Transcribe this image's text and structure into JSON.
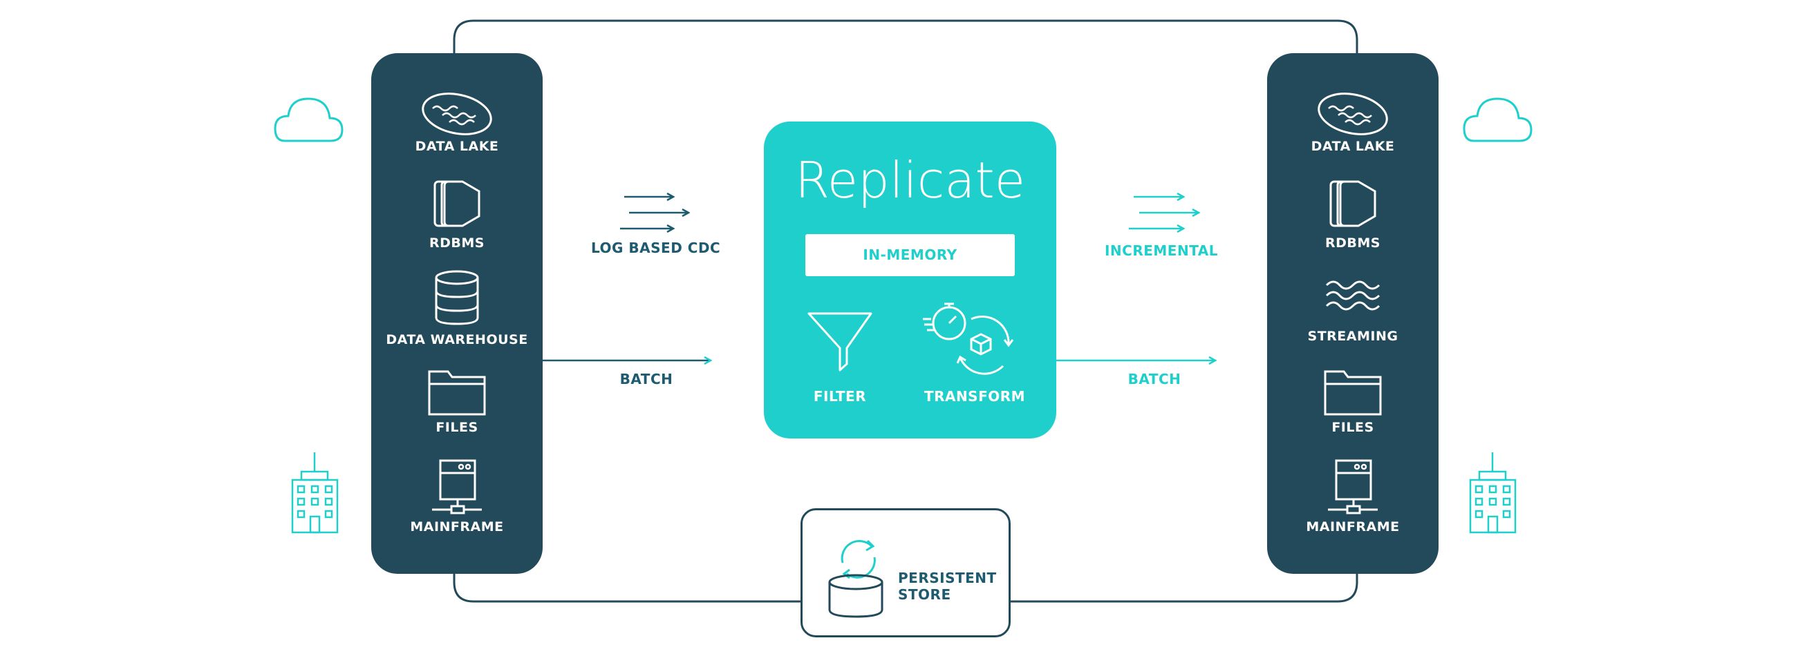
{
  "diagram": {
    "title": "Replicate",
    "in_memory_label": "IN-MEMORY",
    "filter_label": "FILTER",
    "transform_label": "TRANSFORM",
    "persistent_store_line1": "PERSISTENT",
    "persistent_store_line2": "STORE"
  },
  "flows": {
    "left_top": "LOG BASED CDC",
    "left_bottom": "BATCH",
    "right_top": "INCREMENTAL",
    "right_bottom": "BATCH"
  },
  "sources": [
    {
      "label": "DATA LAKE",
      "icon": "data-lake-icon"
    },
    {
      "label": "RDBMS",
      "icon": "rdbms-icon"
    },
    {
      "label": "DATA WAREHOUSE",
      "icon": "database-icon"
    },
    {
      "label": "FILES",
      "icon": "folder-icon"
    },
    {
      "label": "MAINFRAME",
      "icon": "mainframe-icon"
    }
  ],
  "targets": [
    {
      "label": "DATA LAKE",
      "icon": "data-lake-icon"
    },
    {
      "label": "RDBMS",
      "icon": "rdbms-icon"
    },
    {
      "label": "STREAMING",
      "icon": "streaming-icon"
    },
    {
      "label": "FILES",
      "icon": "folder-icon"
    },
    {
      "label": "MAINFRAME",
      "icon": "mainframe-icon"
    }
  ],
  "colors": {
    "panel": "#234a5a",
    "accent": "#1fcfcc",
    "dark_text": "#1e5b70",
    "white": "#ffffff"
  }
}
